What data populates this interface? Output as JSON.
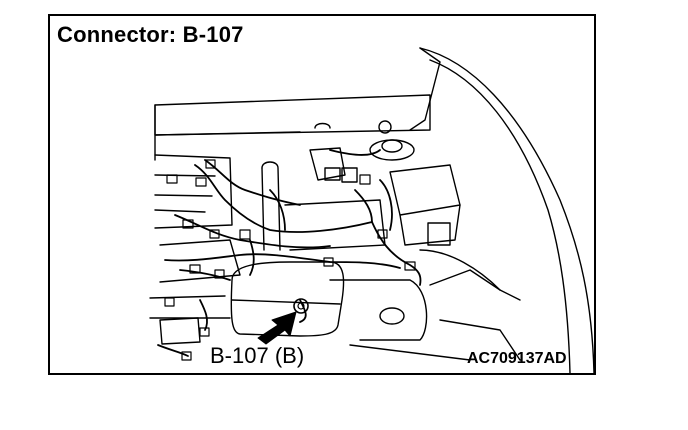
{
  "diagram": {
    "title": "Connector: B-107",
    "callout_label": "B-107 (B)",
    "figure_code": "AC709137AD"
  },
  "icons": {
    "pointer": "pointer-arrow-icon",
    "connector": "connector-icon"
  }
}
